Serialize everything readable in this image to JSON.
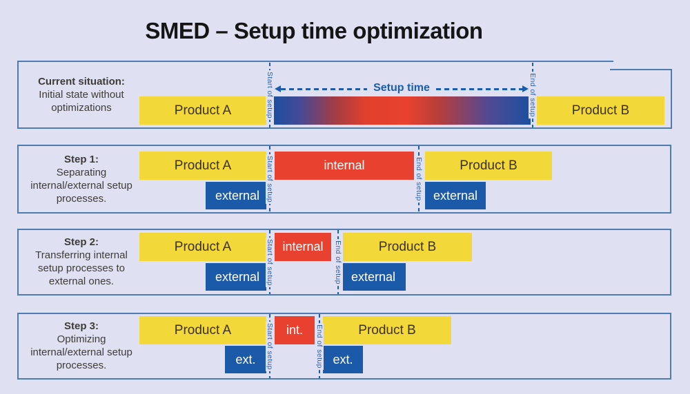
{
  "title": "SMED – Setup time optimization",
  "palette": {
    "background": "#dfe0f1",
    "box_border": "#4e7bb0",
    "product_yellow": "#f2d839",
    "internal_red": "#e8412f",
    "external_blue": "#1b5aa9",
    "accent_blue": "#1b5dad",
    "text_dark": "#3e3b38"
  },
  "markers": {
    "start_label": "Start of setup",
    "end_label": "End of setup",
    "setup_time_label": "Setup time"
  },
  "rows": [
    {
      "heading": "Current situation:",
      "description_lines": [
        "Initial state without",
        "optimizations"
      ],
      "bars": {
        "product_a": "Product A",
        "product_b": "Product B"
      }
    },
    {
      "heading": "Step 1:",
      "description_lines": [
        "Separating",
        "internal/external setup",
        "processes."
      ],
      "bars": {
        "product_a": "Product A",
        "internal": "internal",
        "external_left": "external",
        "product_b": "Product B",
        "external_right": "external"
      }
    },
    {
      "heading": "Step 2:",
      "description_lines": [
        "Transferring internal",
        "setup processes to",
        "external ones."
      ],
      "bars": {
        "product_a": "Product A",
        "internal": "internal",
        "external_left": "external",
        "product_b": "Product B",
        "external_right": "external"
      }
    },
    {
      "heading": "Step 3:",
      "description_lines": [
        "Optimizing",
        "internal/external setup",
        "processes."
      ],
      "bars": {
        "product_a": "Product A",
        "internal": "int.",
        "external_left": "ext.",
        "product_b": "Product B",
        "external_right": "ext."
      }
    }
  ]
}
